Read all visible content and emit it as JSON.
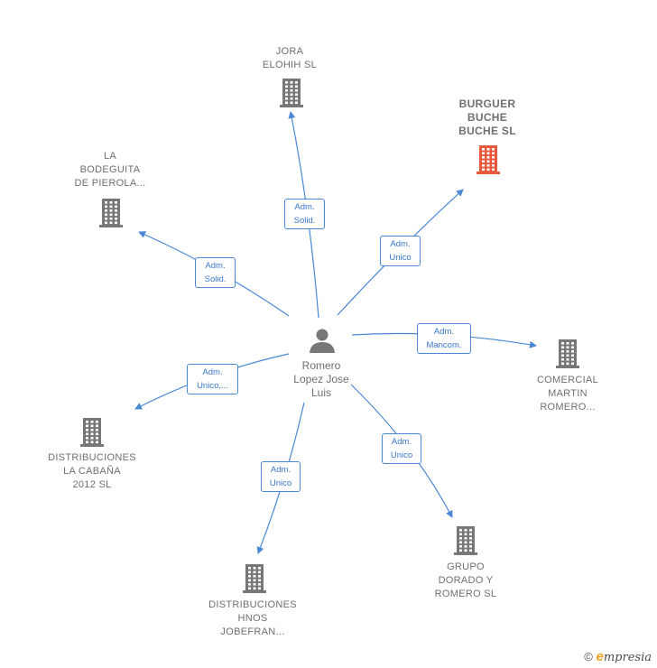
{
  "center": {
    "label": "Romero\nLopez Jose\nLuis",
    "icon": "person-icon"
  },
  "companies": [
    {
      "id": "jora",
      "label": "JORA\nELOHIH SL",
      "color": "#777777",
      "highlight": false,
      "icon": "building-icon"
    },
    {
      "id": "burguer",
      "label": "BURGUER\nBUCHE\nBUCHE  SL",
      "color": "#e8583a",
      "highlight": true,
      "icon": "building-icon"
    },
    {
      "id": "bodeguita",
      "label": "LA\nBODEGUITA\nDE PIEROLA...",
      "color": "#777777",
      "highlight": false,
      "icon": "building-icon"
    },
    {
      "id": "comercial",
      "label": "COMERCIAL\nMARTIN\nROMERO...",
      "color": "#777777",
      "highlight": false,
      "icon": "building-icon"
    },
    {
      "id": "cabana",
      "label": "DISTRIBUCIONES\nLA CABAÑA\n2012 SL",
      "color": "#777777",
      "highlight": false,
      "icon": "building-icon"
    },
    {
      "id": "grupo",
      "label": "GRUPO\nDORADO Y\nROMERO  SL",
      "color": "#777777",
      "highlight": false,
      "icon": "building-icon"
    },
    {
      "id": "hnos",
      "label": "DISTRIBUCIONES\nHNOS\nJOBEFRAN...",
      "color": "#777777",
      "highlight": false,
      "icon": "building-icon"
    }
  ],
  "edges": [
    {
      "to": "jora",
      "label": "Adm.\nSolid."
    },
    {
      "to": "burguer",
      "label": "Adm.\nUnico"
    },
    {
      "to": "bodeguita",
      "label": "Adm.\nSolid."
    },
    {
      "to": "comercial",
      "label": "Adm.\nMancom."
    },
    {
      "to": "cabana",
      "label": "Adm.\nUnico,..."
    },
    {
      "to": "grupo",
      "label": "Adm.\nUnico"
    },
    {
      "to": "hnos",
      "label": "Adm.\nUnico"
    }
  ],
  "colors": {
    "edge": "#4a88d6",
    "building": "#777777",
    "building_highlight": "#e8583a",
    "person": "#777777"
  },
  "footer": {
    "copyright": "©",
    "brand_initial": "e",
    "brand_rest": "mpresia"
  }
}
